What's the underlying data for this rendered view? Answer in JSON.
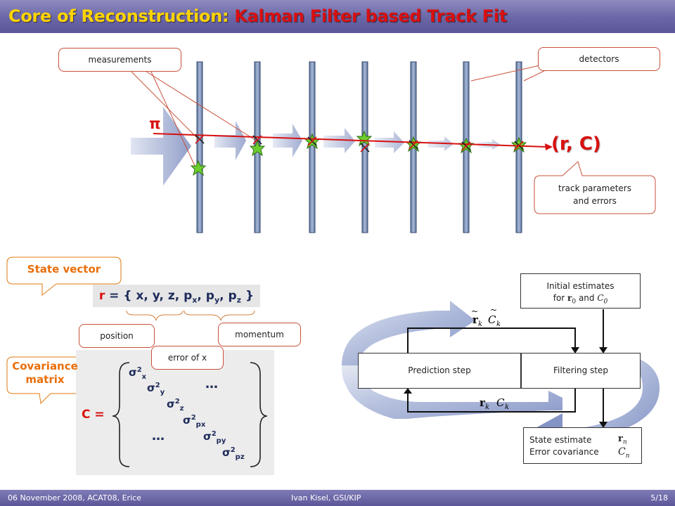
{
  "header": {
    "title_part1": "Core of Reconstruction: ",
    "title_part2": "Kalman Filter based Track Fit"
  },
  "footer": {
    "left": "06 November 2008, ACAT08, Erice",
    "center": "Ivan Kisel, GSI/KIP",
    "page": "5/18"
  },
  "detector_figure": {
    "callout_measurements": "measurements",
    "callout_detectors": "detectors",
    "particle_label": "π",
    "track_label": "(r, C)",
    "callout_track_params_line1": "track parameters",
    "callout_track_params_line2": "and errors"
  },
  "state_vector": {
    "label": "State vector",
    "formula_r": "r",
    "formula_rest": " = { x, y, z, p",
    "callout_position": "position",
    "callout_momentum": "momentum",
    "callout_error": "error of x"
  },
  "covariance": {
    "label_line1": "Covariance",
    "label_line2": "matrix",
    "c_label": "C =",
    "sigma": "σ",
    "diag": [
      "x",
      "y",
      "z",
      "px",
      "py",
      "pz"
    ],
    "ellipsis": "…"
  },
  "kalman_cycle": {
    "initial_line1": "Initial estimates",
    "initial_line2_prefix": "for",
    "initial_and": "and",
    "prediction_step": "Prediction step",
    "filtering_step": "Filtering step",
    "state_estimate": "State estimate",
    "error_covariance": "Error covariance"
  },
  "colors": {
    "title_yellow": "#ffd400",
    "title_red": "#d81010",
    "label_orange": "#e86e0a",
    "navy_text": "#1d2a5a",
    "detector_plane": "#7f95b8",
    "track_line": "#d81010"
  }
}
